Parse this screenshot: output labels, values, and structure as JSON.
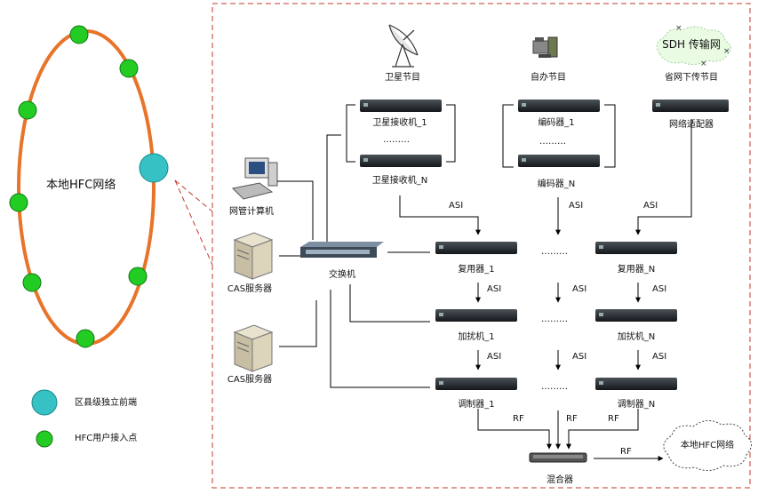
{
  "ring": {
    "title": "本地HFC网络"
  },
  "sources": {
    "satellite": "卫星节目",
    "self_made": "自办节目",
    "provincial": "省网下传节目",
    "sdh_cloud": "SDH 传输网"
  },
  "devices": {
    "sat_rx_1": "卫星接收机_1",
    "sat_rx_n": "卫星接收机_N",
    "encoder_1": "编码器_1",
    "encoder_n": "编码器_N",
    "net_adapter": "网络适配器",
    "mux_1": "复用器_1",
    "mux_n": "复用器_N",
    "scr_1": "加扰机_1",
    "scr_n": "加扰机_N",
    "mod_1": "调制器_1",
    "mod_n": "调制器_N",
    "mixer": "混合器",
    "switch": "交换机",
    "nms_pc": "网管计算机",
    "cas_1": "CAS服务器",
    "cas_2": "CAS服务器",
    "dest_cloud": "本地HFC网络"
  },
  "ellipsis": "………",
  "links": {
    "asi": "ASI",
    "rf": "RF"
  },
  "legend": {
    "head_end": "区县级独立前端",
    "access_point": "HFC用户接入点"
  },
  "colors": {
    "ring": "#e8742a",
    "access_node": "#22cc22",
    "head_end": "#36c1c4",
    "dashed_border": "#c0392b",
    "device": "#1e2326"
  }
}
